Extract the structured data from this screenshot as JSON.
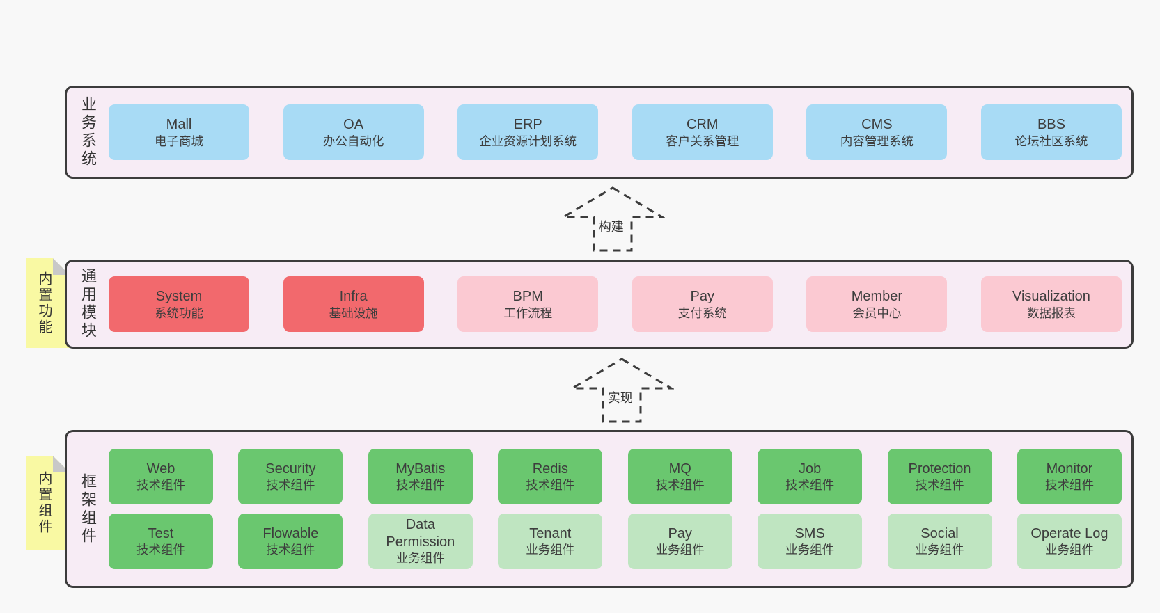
{
  "colors": {
    "page_bg": "#f8f8f8",
    "panel_bg": "#f7ecf5",
    "border": "#3c3c3c",
    "blue": "#a8dbf5",
    "red": "#f2696d",
    "pink": "#fbc9d2",
    "green": "#6ac76f",
    "light_green": "#bfe5c1",
    "yellow": "#f9f9a3",
    "fold": "#c8c8c8",
    "text": "#3d3d3d"
  },
  "arrows": [
    {
      "label": "构建"
    },
    {
      "label": "实现"
    }
  ],
  "layers": [
    {
      "label": "业务系统",
      "boxes": [
        {
          "name": "Mall",
          "desc": "电子商城"
        },
        {
          "name": "OA",
          "desc": "办公自动化"
        },
        {
          "name": "ERP",
          "desc": "企业资源计划系统"
        },
        {
          "name": "CRM",
          "desc": "客户关系管理"
        },
        {
          "name": "CMS",
          "desc": "内容管理系统"
        },
        {
          "name": "BBS",
          "desc": "论坛社区系统"
        }
      ]
    },
    {
      "label": "通用模块",
      "note": "内置功能",
      "boxes": [
        {
          "name": "System",
          "desc": "系统功能"
        },
        {
          "name": "Infra",
          "desc": "基础设施"
        },
        {
          "name": "BPM",
          "desc": "工作流程"
        },
        {
          "name": "Pay",
          "desc": "支付系统"
        },
        {
          "name": "Member",
          "desc": "会员中心"
        },
        {
          "name": "Visualization",
          "desc": "数据报表"
        }
      ]
    },
    {
      "label": "框架组件",
      "note": "内置组件",
      "row1": [
        {
          "name": "Web",
          "desc": "技术组件"
        },
        {
          "name": "Security",
          "desc": "技术组件"
        },
        {
          "name": "MyBatis",
          "desc": "技术组件"
        },
        {
          "name": "Redis",
          "desc": "技术组件"
        },
        {
          "name": "MQ",
          "desc": "技术组件"
        },
        {
          "name": "Job",
          "desc": "技术组件"
        },
        {
          "name": "Protection",
          "desc": "技术组件"
        },
        {
          "name": "Monitor",
          "desc": "技术组件"
        }
      ],
      "row2": [
        {
          "name": "Test",
          "desc": "技术组件"
        },
        {
          "name": "Flowable",
          "desc": "技术组件"
        },
        {
          "name": "Data Permission",
          "desc": "业务组件"
        },
        {
          "name": "Tenant",
          "desc": "业务组件"
        },
        {
          "name": "Pay",
          "desc": "业务组件"
        },
        {
          "name": "SMS",
          "desc": "业务组件"
        },
        {
          "name": "Social",
          "desc": "业务组件"
        },
        {
          "name": "Operate Log",
          "desc": "业务组件"
        }
      ]
    }
  ]
}
